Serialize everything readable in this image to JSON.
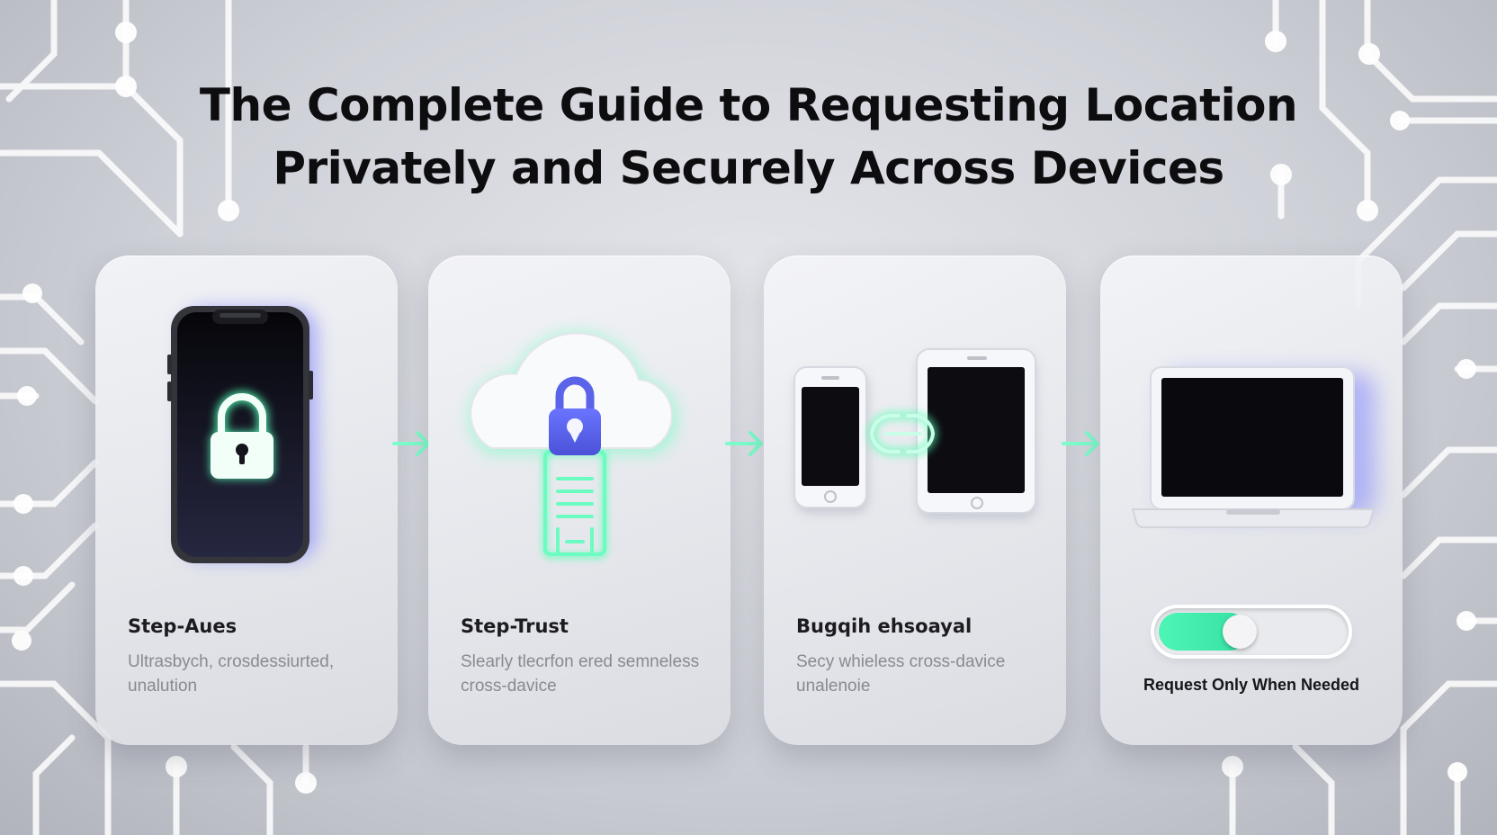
{
  "title": {
    "line1": "The Complete Guide to Requesting Location",
    "line2": "Privately and Securely Across Devices"
  },
  "steps": [
    {
      "title": "Step-Aues",
      "description": "Ultrasbych, crosdessiurted, unalution",
      "icon": "locked-phone-icon"
    },
    {
      "title": "Step-Trust",
      "description": "Slearly tlecrfon ered semneless cross-davice",
      "icon": "cloud-lock-icon"
    },
    {
      "title": "Bugqih ehsoayal",
      "description": "Secy whieless cross-davice unalenoie",
      "icon": "device-sync-icon"
    },
    {
      "label": "Request Only When Needed",
      "icon": "laptop-icon",
      "toggle_on": true
    }
  ],
  "colors": {
    "accent_green": "#4ef5b6",
    "accent_blue": "#5b63e8",
    "title_text": "#0d0d0f"
  }
}
